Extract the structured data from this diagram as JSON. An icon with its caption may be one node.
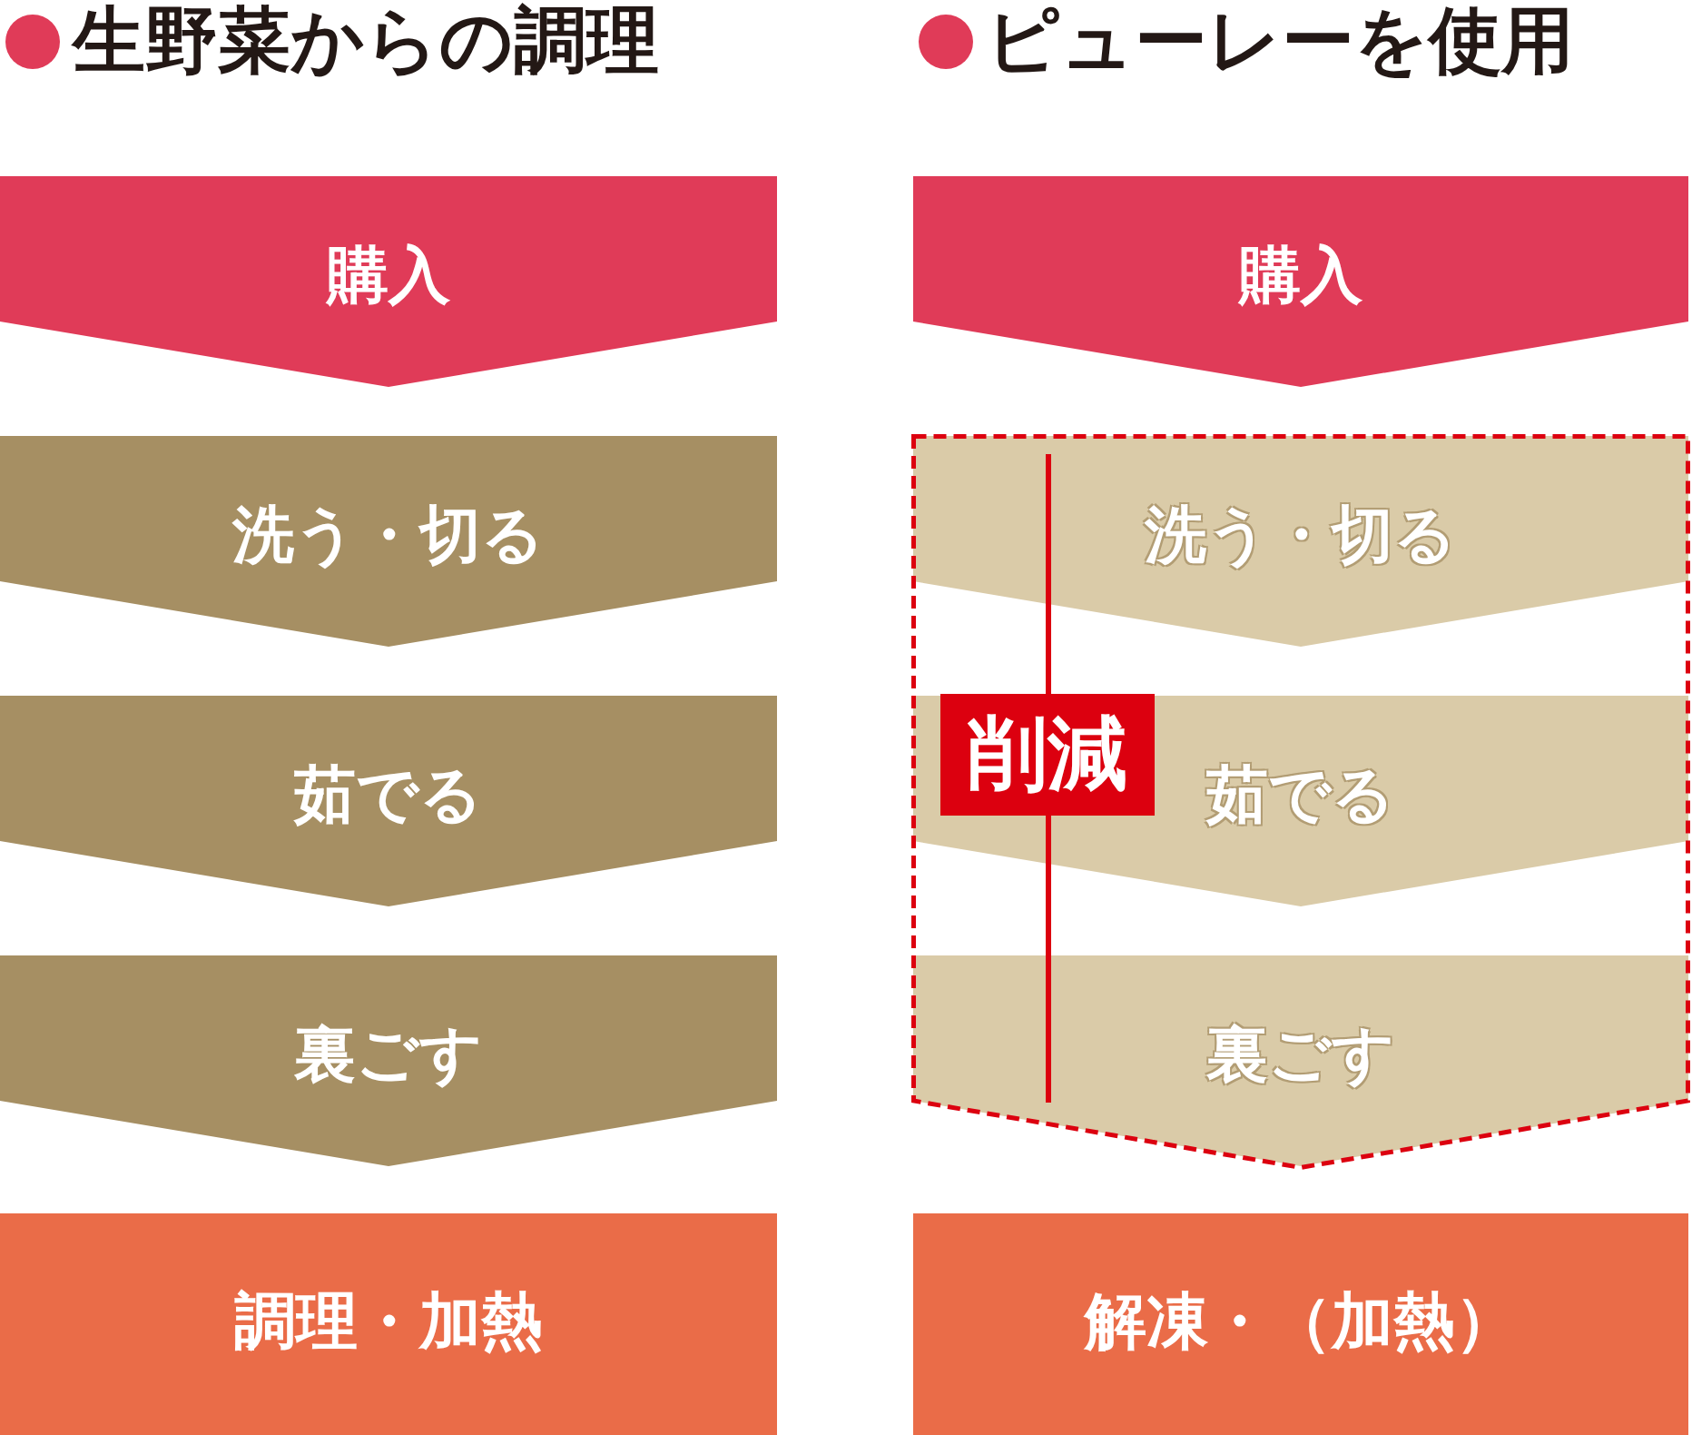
{
  "diagram": {
    "nodes": [
      {
        "text": [
          "購入"
        ]
      },
      {
        "text": [
          "洗う・切る"
        ]
      },
      {
        "text": [
          "茹でる"
        ]
      },
      {
        "text": [
          "裏ごす"
        ]
      },
      {
        "text": [
          "調理・加熱"
        ]
      },
      {
        "text": [
          "購入"
        ]
      },
      {
        "text": [],
        "shape": "box"
      },
      {
        "text": [
          "洗う・切る"
        ],
        "in": 6
      },
      {
        "text": [
          "茹でる"
        ],
        "in": 6
      },
      {
        "text": [
          "削減"
        ],
        "in": 8
      },
      {
        "text": [
          "裏ごす"
        ],
        "in": 6
      },
      {
        "text": [
          "解凍・（加熱）"
        ]
      }
    ],
    "labels": [
      "生野菜からの調理",
      "ピューレーを使用"
    ]
  }
}
